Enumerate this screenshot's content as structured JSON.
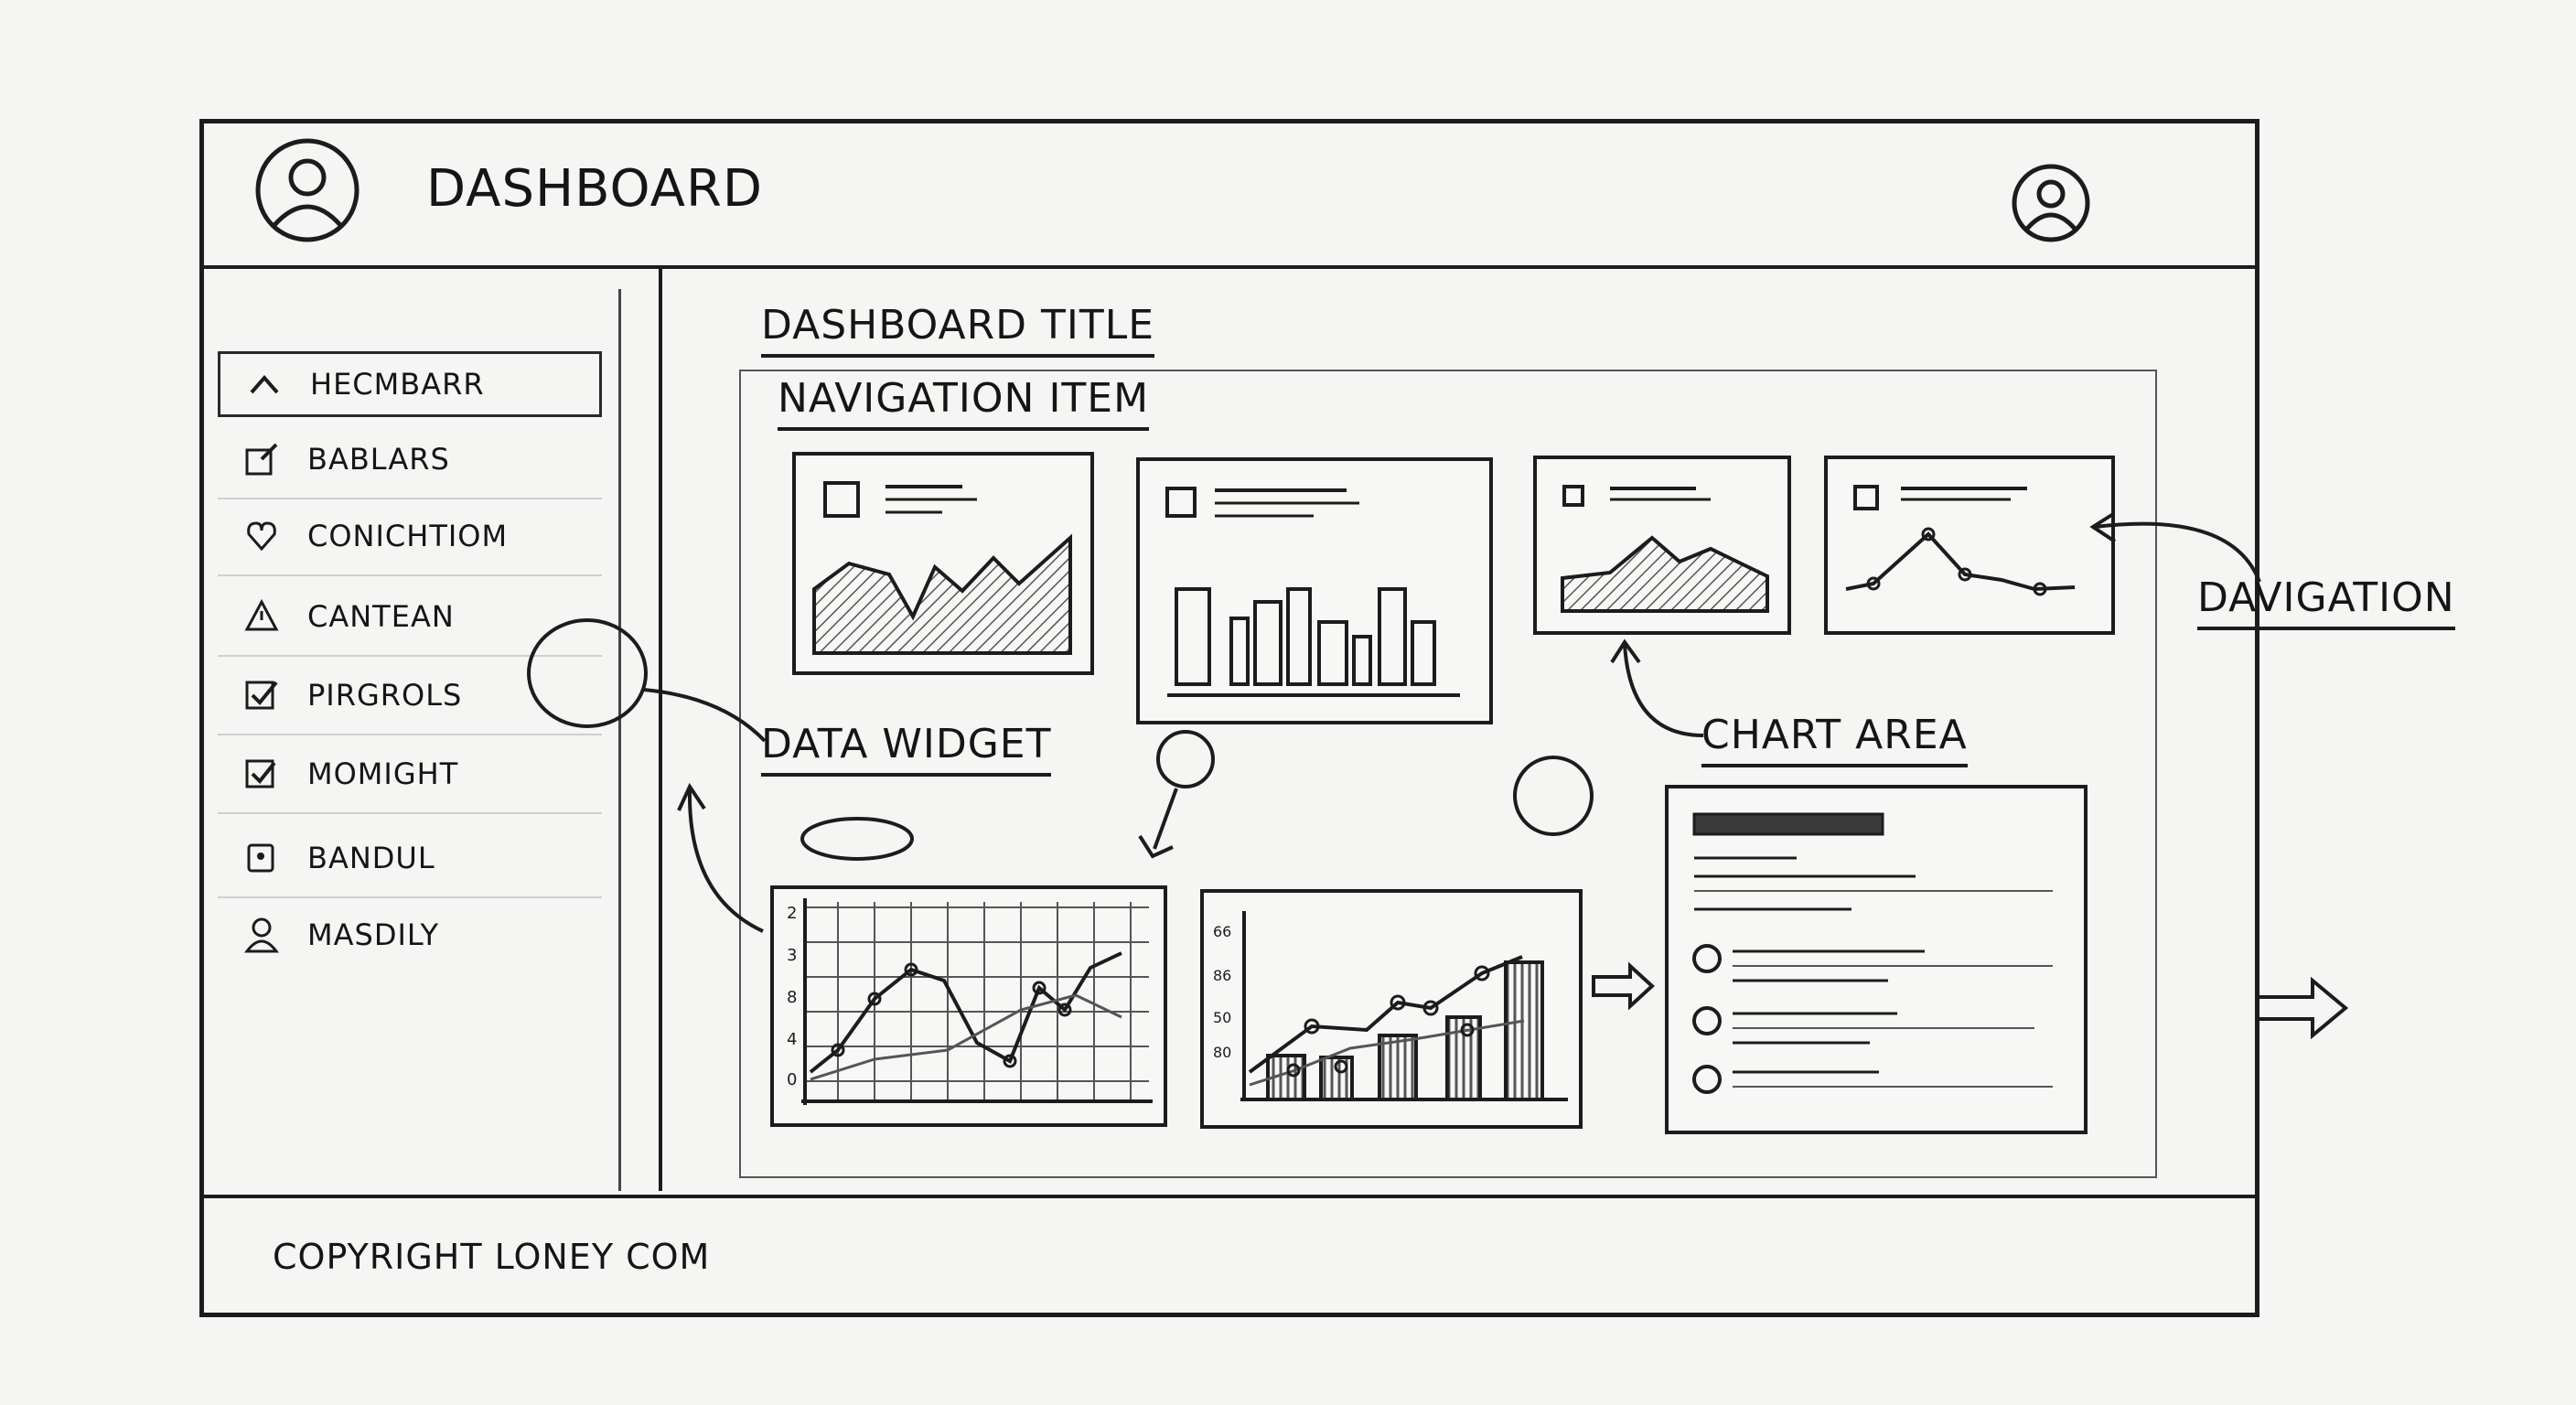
{
  "header": {
    "title": "DASHBOARD",
    "logo_icon": "user-circle-icon",
    "profile_icon": "user-circle-icon"
  },
  "sidebar": {
    "items": [
      {
        "label": "HECMBARR",
        "icon": "chevron-up-icon",
        "active": true
      },
      {
        "label": "BABLARS",
        "icon": "edit-icon"
      },
      {
        "label": "CONICHTIOM",
        "icon": "heart-icon"
      },
      {
        "label": "CANTEAN",
        "icon": "warning-icon"
      },
      {
        "label": "PIRGROLS",
        "icon": "checkbox-icon"
      },
      {
        "label": "MOMIGHT",
        "icon": "checkbox-icon"
      },
      {
        "label": "BANDUL",
        "icon": "square-dot-icon"
      },
      {
        "label": "MASDILY",
        "icon": "user-icon"
      }
    ]
  },
  "main": {
    "dashboard_title": "DASHBOARD TITLE",
    "navigation_item": "NAVIGATION ITEM",
    "data_widget_label": "DATA WIDGET",
    "chart_area_label": "CHART AREA",
    "davigation_label": "DAVIGATION",
    "line_chart_yticks": [
      "2",
      "3",
      "8",
      "4",
      "0"
    ],
    "combo_chart_yticks": [
      "66",
      "86",
      "50",
      "80"
    ]
  },
  "footer": {
    "copyright": "COPYRIGHT LONEY COM"
  }
}
